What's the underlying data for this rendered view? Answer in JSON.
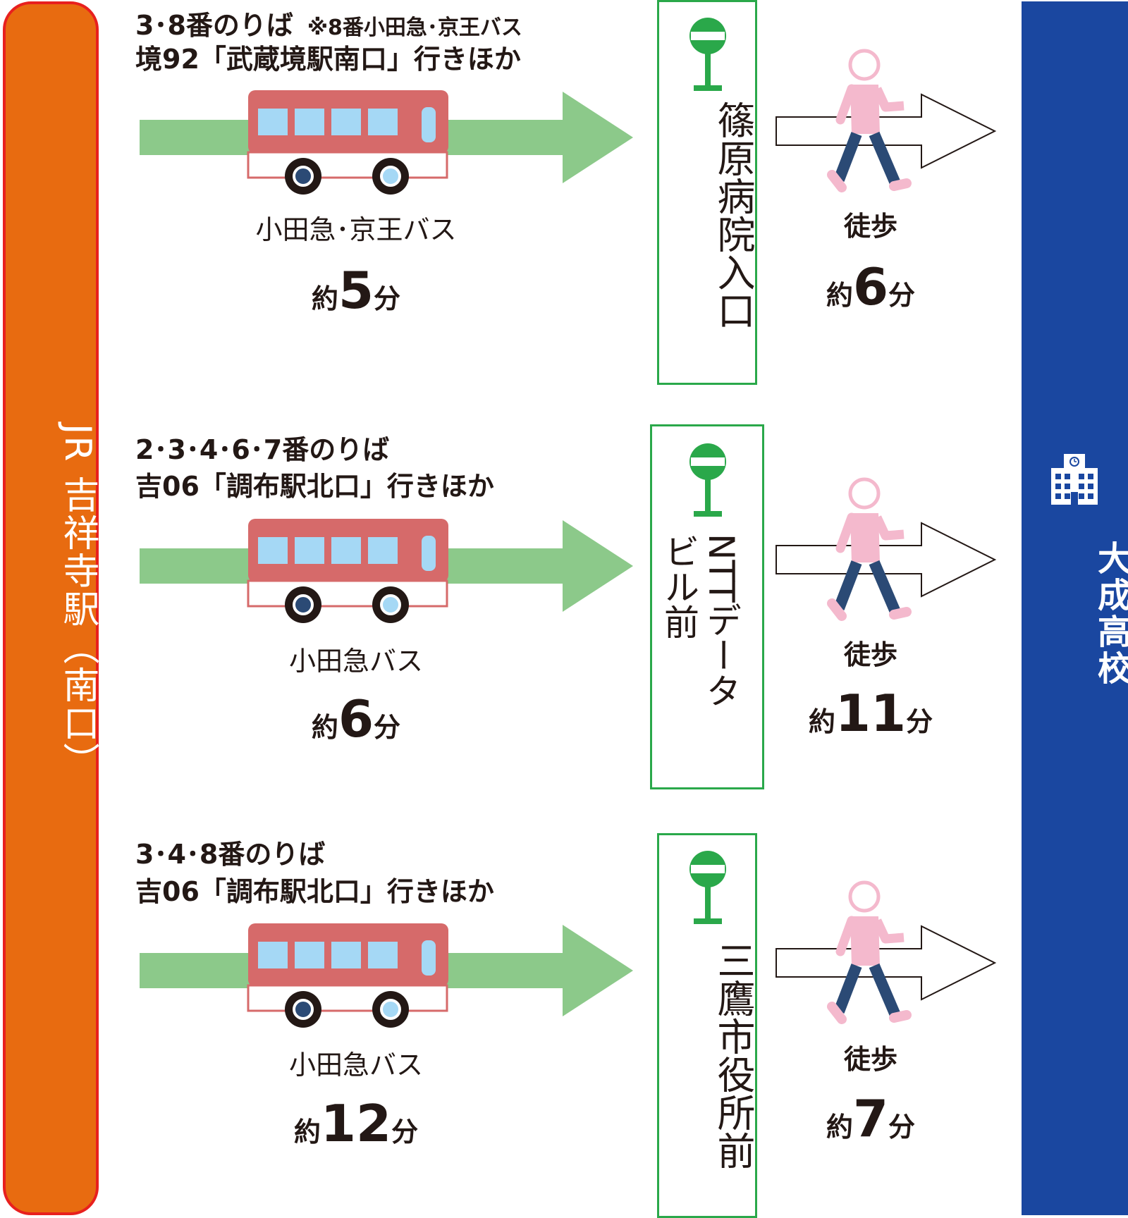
{
  "origin": {
    "label": "JR 吉祥寺駅（南口）",
    "color": "#e86b10",
    "border": "#e8201e"
  },
  "destination": {
    "label": "大成高校",
    "color": "#1a47a0",
    "icon": "school-building-icon"
  },
  "colors": {
    "arrow_green": "#8cc98a",
    "bus_body": "#d66a6a",
    "bus_window": "#a5d8f5",
    "stop_green": "#2aa84a",
    "walker_head": "#f4b9cd",
    "walker_pants": "#2b4a75"
  },
  "routes": [
    {
      "platform": "3･8番のりば",
      "note": "※8番小田急･京王バス",
      "destination": "境92「武蔵境駅南口」行きほか",
      "bus_company": "小田急･京王バス",
      "bus_prefix": "約",
      "bus_minutes": "5",
      "bus_unit": "分",
      "stop_name": "篠原病院入口",
      "walk_label": "徒歩",
      "walk_prefix": "約",
      "walk_minutes": "6",
      "walk_unit": "分"
    },
    {
      "platform": "2･3･4･6･7番のりば",
      "note": "",
      "destination": "吉06「調布駅北口」行きほか",
      "bus_company": "小田急バス",
      "bus_prefix": "約",
      "bus_minutes": "6",
      "bus_unit": "分",
      "stop_name_col1": "NTTデータ",
      "stop_name_col2": "ビル前",
      "walk_label": "徒歩",
      "walk_prefix": "約",
      "walk_minutes": "11",
      "walk_unit": "分"
    },
    {
      "platform": "3･4･8番のりば",
      "note": "",
      "destination": "吉06「調布駅北口」行きほか",
      "bus_company": "小田急バス",
      "bus_prefix": "約",
      "bus_minutes": "12",
      "bus_unit": "分",
      "stop_name": "三鷹市役所前",
      "walk_label": "徒歩",
      "walk_prefix": "約",
      "walk_minutes": "7",
      "walk_unit": "分"
    }
  ]
}
